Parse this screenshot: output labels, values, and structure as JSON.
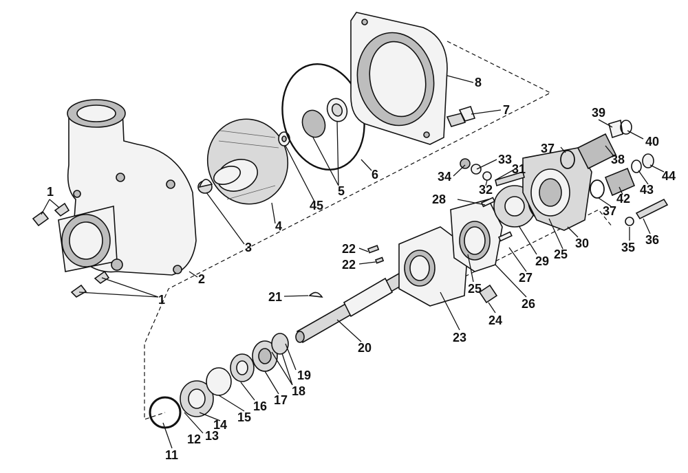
{
  "diagram": {
    "callouts": {
      "c1": "1",
      "c2": "2",
      "c3": "3",
      "c4": "4",
      "c5": "5",
      "c6": "6",
      "c7": "7",
      "c8": "8",
      "c11": "11",
      "c12": "12",
      "c13": "13",
      "c14": "14",
      "c15": "15",
      "c16": "16",
      "c17": "17",
      "c18": "18",
      "c19": "19",
      "c20": "20",
      "c21": "21",
      "c22": "22",
      "c23": "23",
      "c24": "24",
      "c25": "25",
      "c26": "26",
      "c27": "27",
      "c28": "28",
      "c29": "29",
      "c30": "30",
      "c31": "31",
      "c32": "32",
      "c33": "33",
      "c34": "34",
      "c35": "35",
      "c36": "36",
      "c37": "37",
      "c38": "38",
      "c39": "39",
      "c40": "40",
      "c42": "42",
      "c43": "43",
      "c44": "44",
      "c45": "45"
    }
  }
}
